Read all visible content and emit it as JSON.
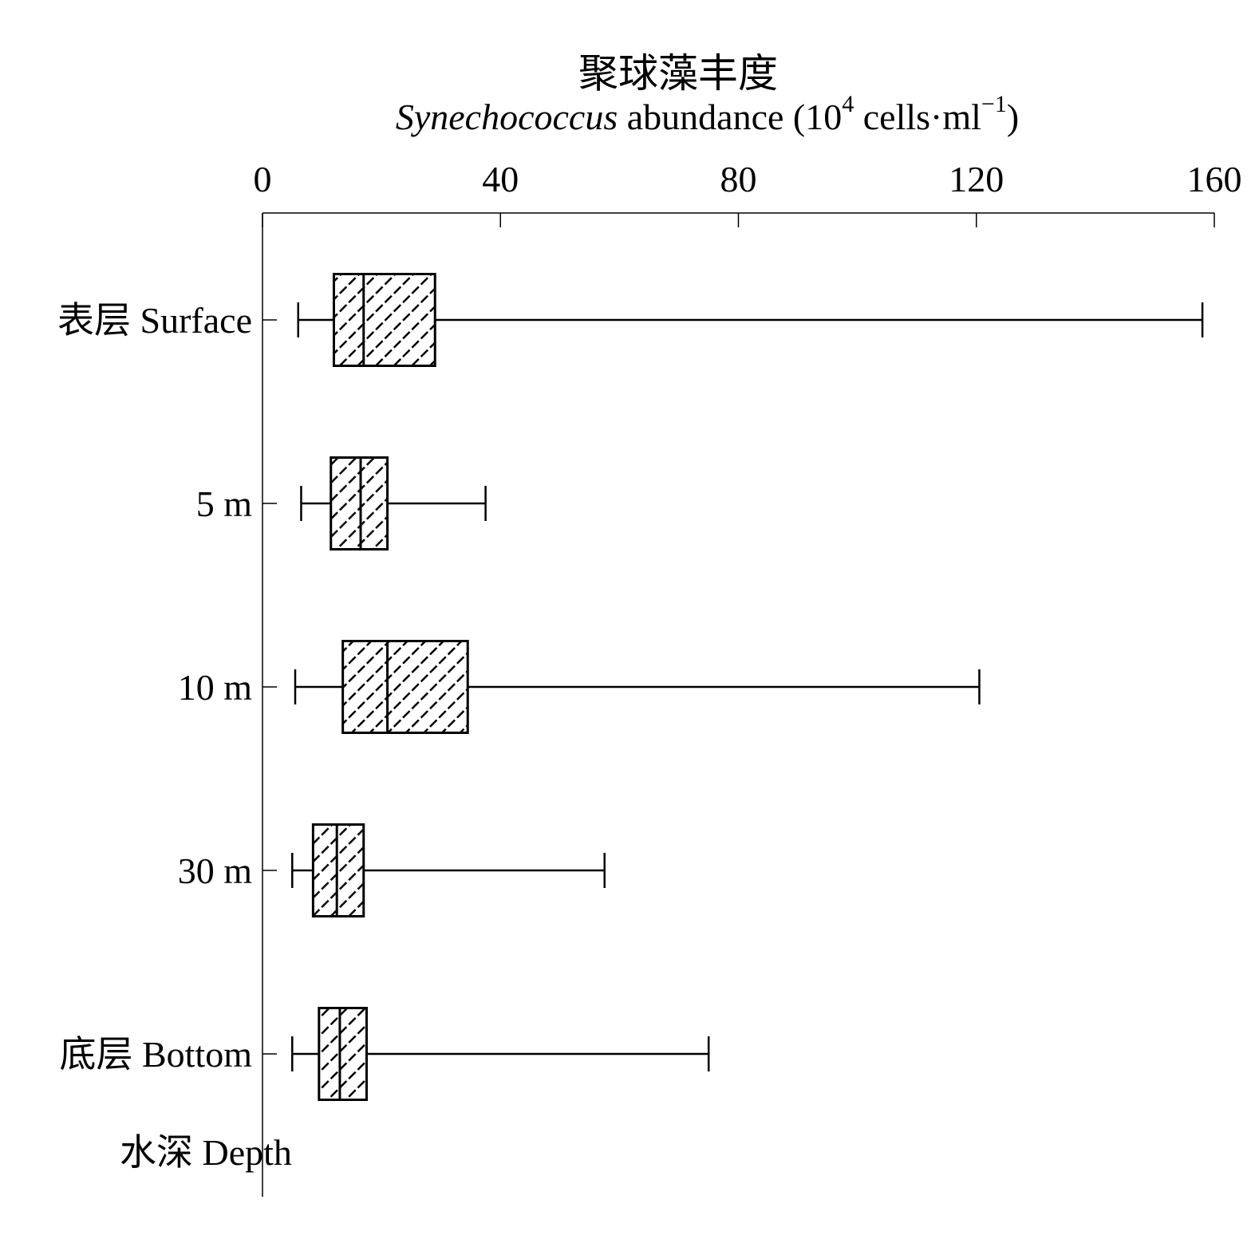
{
  "chart_data": {
    "type": "box",
    "orientation": "horizontal",
    "title": {
      "cn": "聚球藻丰度",
      "species": "Synechococcus",
      "rest_before_exp": " abundance (10",
      "exp1": "4",
      "rest_mid": " cells·ml",
      "exp2": "−1",
      "rest_end": ")"
    },
    "ylabel": "水深  Depth",
    "xaxis": {
      "position": "top",
      "range": [
        0,
        160
      ],
      "ticks": [
        0,
        40,
        80,
        120,
        160
      ],
      "tick_labels": [
        "0",
        "40",
        "80",
        "120",
        "160"
      ]
    },
    "categories": [
      "表层 Surface",
      "5 m",
      "10 m",
      "30 m",
      "底层 Bottom"
    ],
    "boxes": [
      {
        "min": 6,
        "q1": 12,
        "median": 17,
        "q3": 29,
        "max": 158
      },
      {
        "min": 6.5,
        "q1": 11.5,
        "median": 16.5,
        "q3": 21,
        "max": 37.5
      },
      {
        "min": 5.5,
        "q1": 13.5,
        "median": 21,
        "q3": 34.5,
        "max": 120.5
      },
      {
        "min": 5,
        "q1": 8.5,
        "median": 12.5,
        "q3": 17,
        "max": 57.5
      },
      {
        "min": 5,
        "q1": 9.5,
        "median": 13,
        "q3": 17.5,
        "max": 75
      }
    ],
    "fill_pattern": "diagonal-hatch",
    "colors": {
      "stroke": "#000000",
      "background": "#ffffff"
    }
  }
}
